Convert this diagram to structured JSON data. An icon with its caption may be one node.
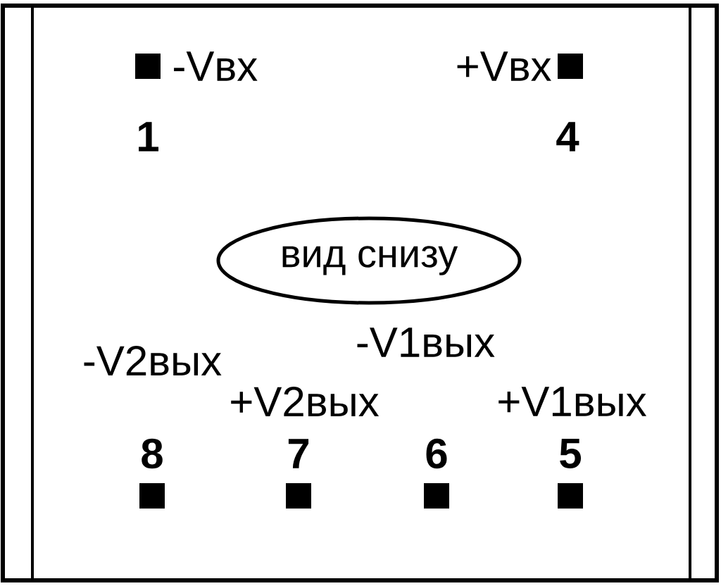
{
  "diagram": {
    "nodes": [
      {
        "text": [
          "вид снизу"
        ]
      }
    ],
    "labels": [
      "-Vвх",
      "+Vвх",
      "1",
      "4",
      "-V1вых",
      "-V2вых",
      "+V2вых",
      "+V1вых",
      "8",
      "7",
      "6",
      "5"
    ]
  }
}
